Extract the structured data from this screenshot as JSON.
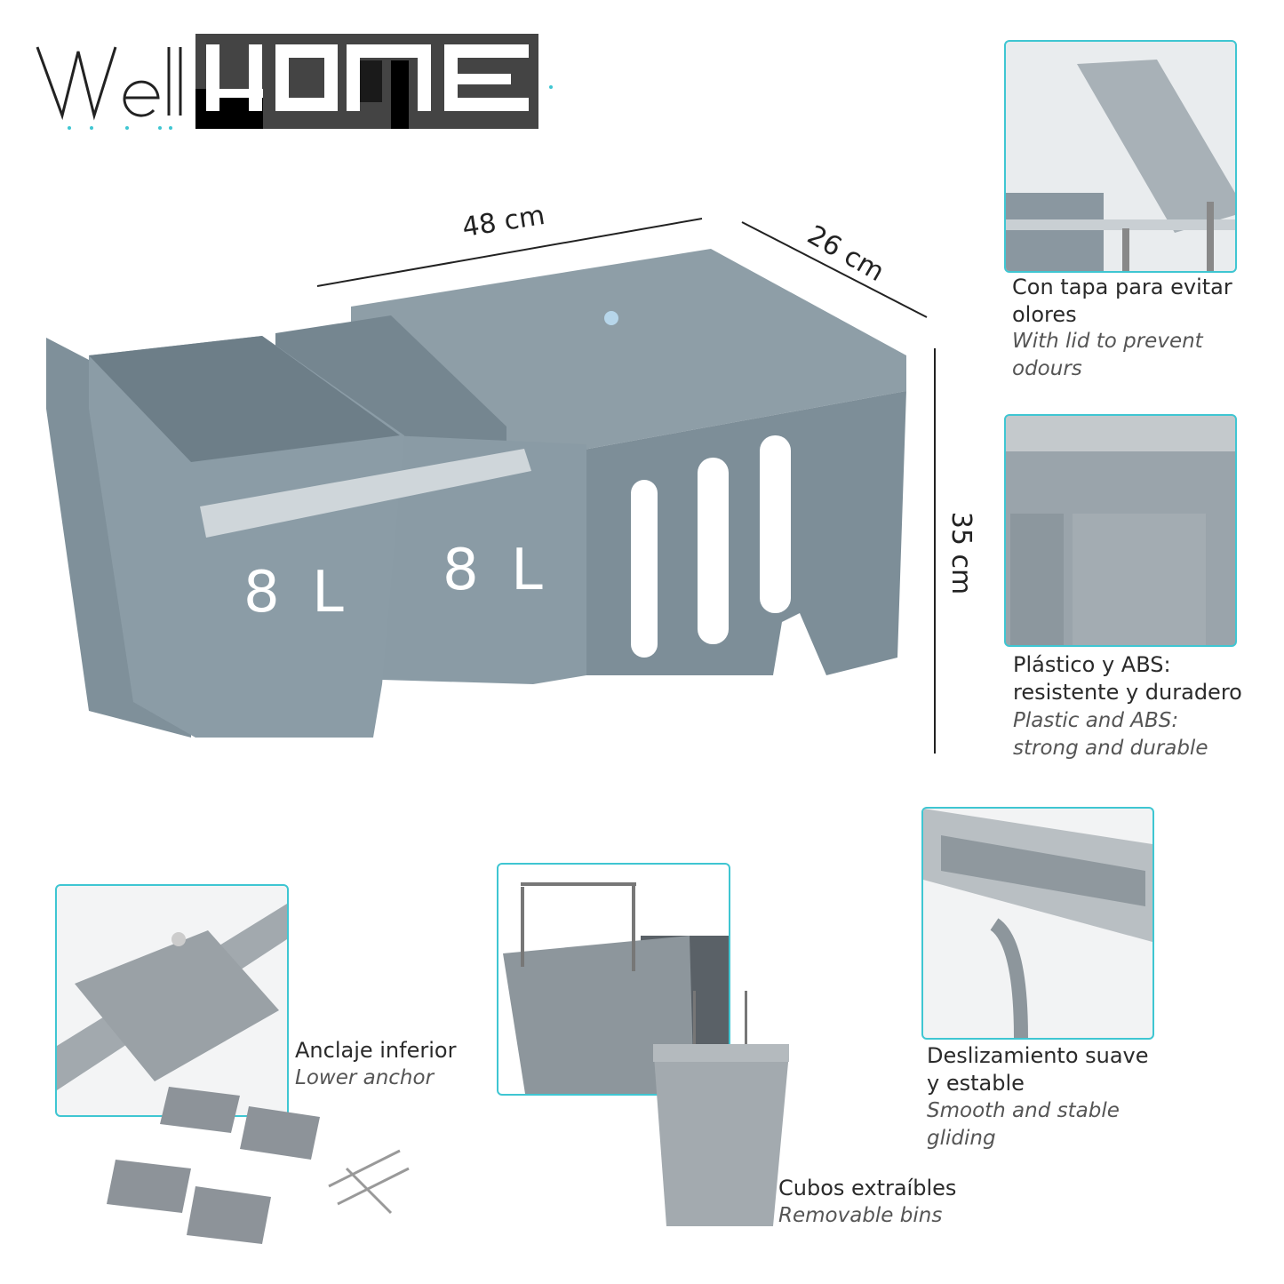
{
  "brand": {
    "logo_text": "WellHOME"
  },
  "dimensions": {
    "width": "48 cm",
    "depth": "26 cm",
    "height": "35 cm"
  },
  "bins": [
    {
      "volume": "8 L"
    },
    {
      "volume": "8 L"
    }
  ],
  "features": [
    {
      "es": "Con tapa para evitar olores",
      "en": "With lid to prevent odours"
    },
    {
      "es": "Plástico y ABS: resistente y duradero",
      "en": "Plastic and ABS: strong and durable"
    },
    {
      "es": "Deslizamiento suave y estable",
      "en": "Smooth and stable gliding"
    },
    {
      "es": "Anclaje inferior",
      "en": "Lower anchor"
    },
    {
      "es": "Cubos extraíbles",
      "en": "Removable bins"
    }
  ],
  "colors": {
    "accent": "#3fc6d2",
    "product_gray": "#8b9ba4",
    "logo_dark": "#444444"
  }
}
